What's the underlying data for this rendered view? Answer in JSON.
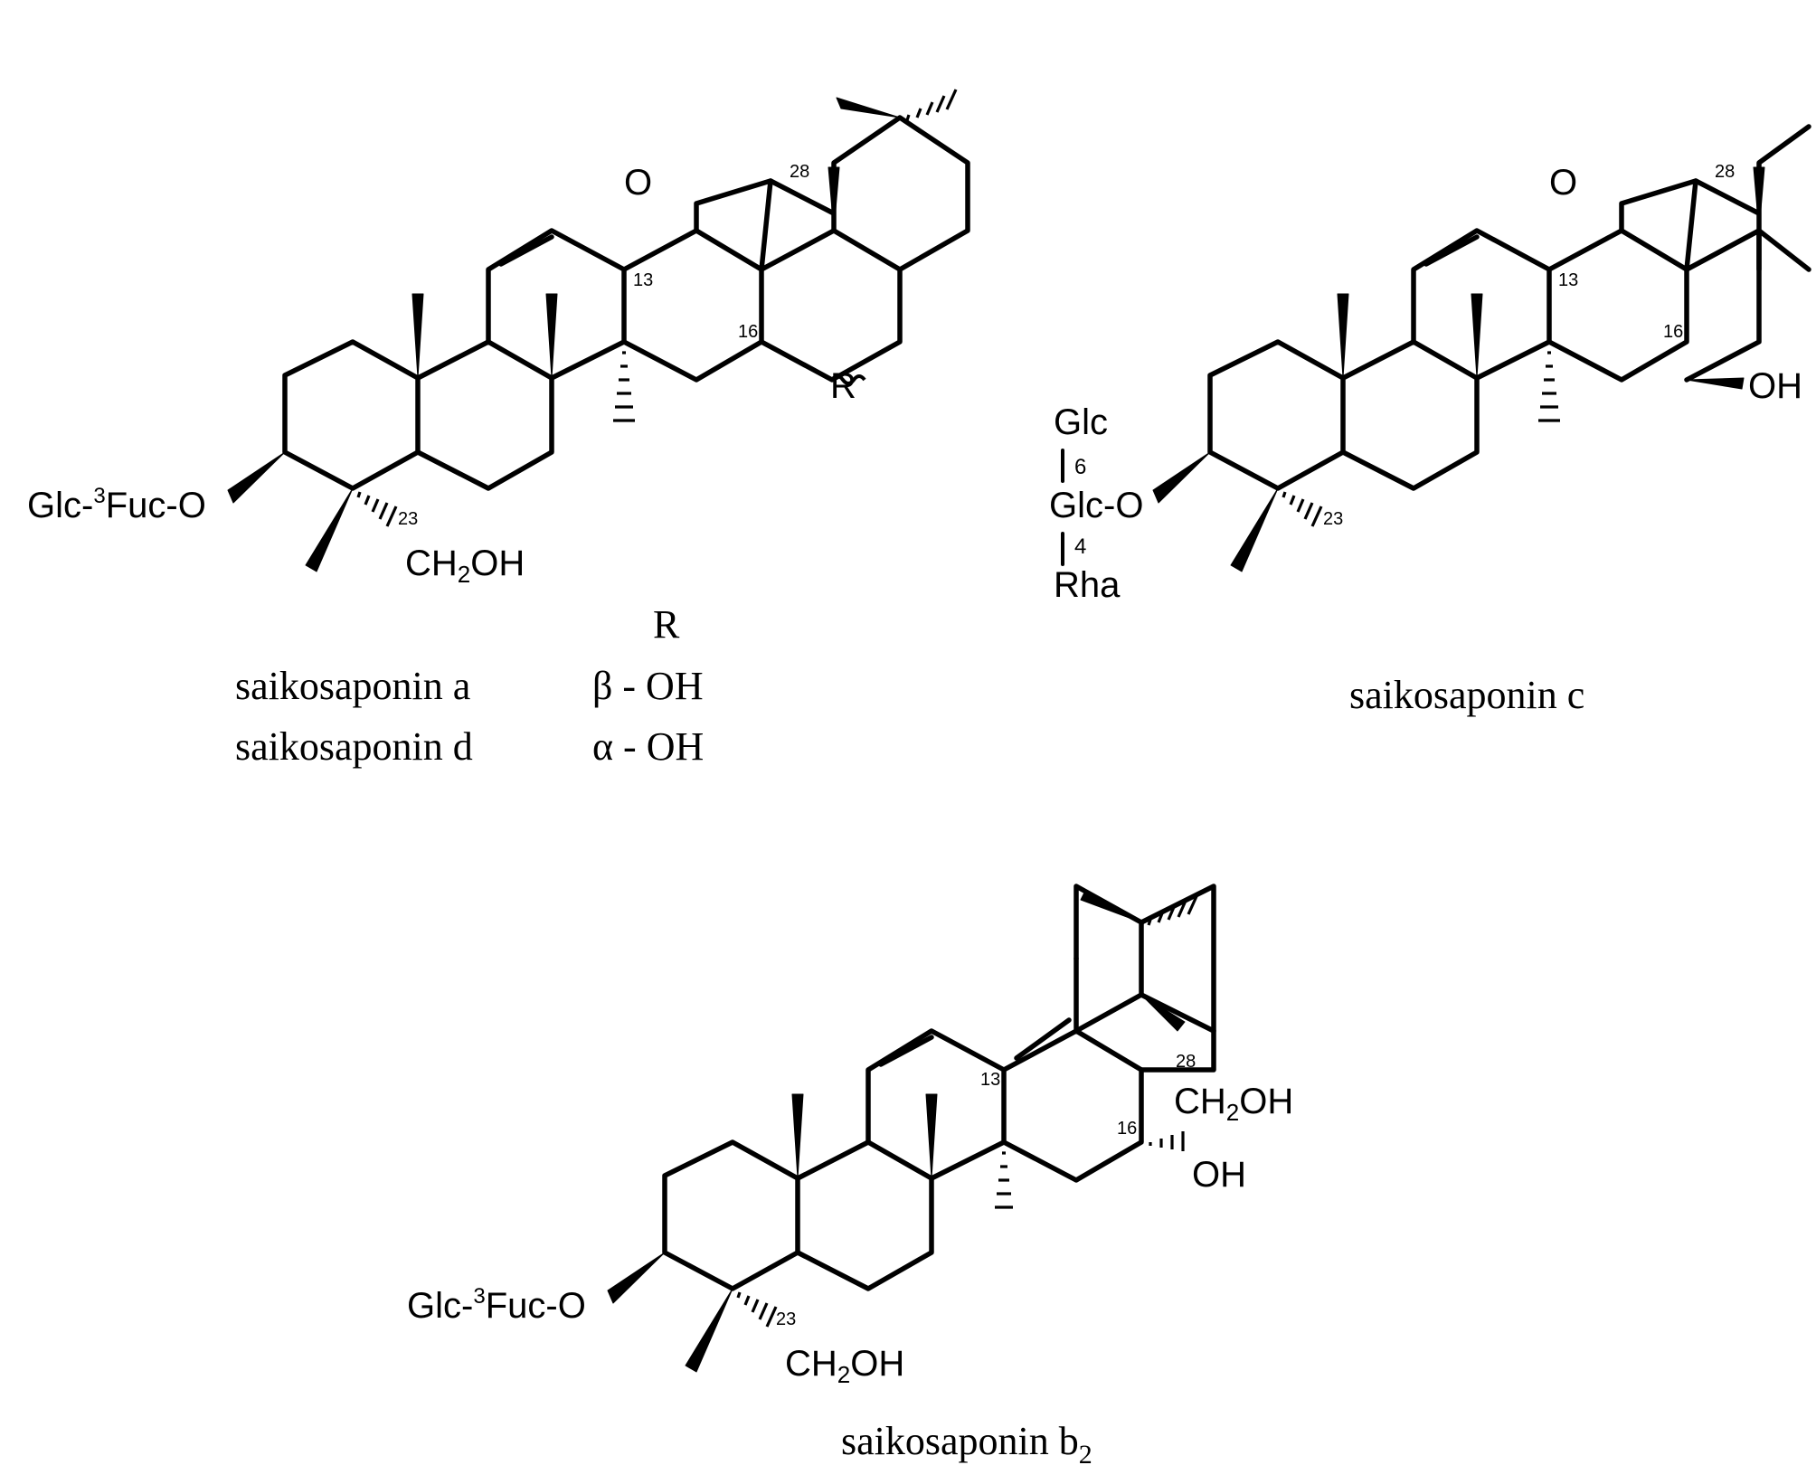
{
  "labels": {
    "glc_fuc": "Glc-",
    "fuc_o": "Fuc-O",
    "sup_3": "3",
    "ch2oh_ch": "CH",
    "ch2oh_2": "2",
    "ch2oh_oh": "OH",
    "oxygen": "O",
    "r": "R",
    "oh": "OH",
    "n13": "13",
    "n16": "16",
    "n23": "23",
    "n28": "28",
    "glc": "Glc",
    "glc_o": "Glc-O",
    "n6": "6",
    "n4": "4",
    "rha": "Rha"
  },
  "table": {
    "header": "R",
    "rows": [
      {
        "name": "saikosaponin a",
        "value": "β - OH"
      },
      {
        "name": "saikosaponin d",
        "value": "α - OH"
      }
    ]
  },
  "captions": {
    "c": "saikosaponin c",
    "b2_main": "saikosaponin b",
    "b2_sub": "2"
  }
}
